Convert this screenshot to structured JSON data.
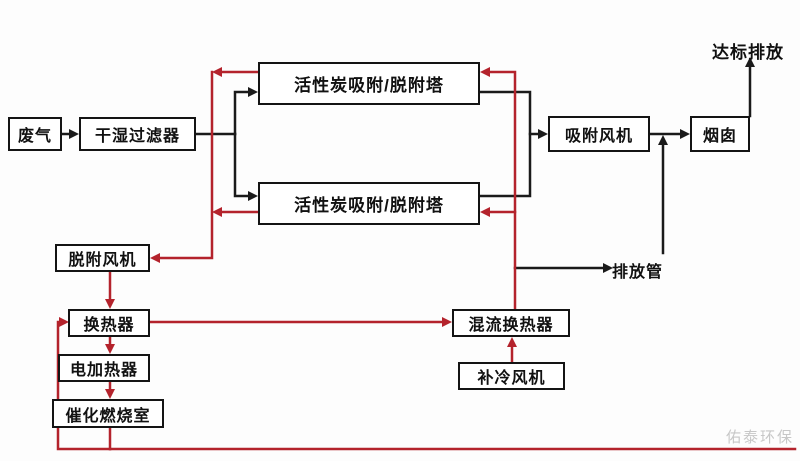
{
  "diagram": {
    "nodes": {
      "waste_gas": "废气",
      "filter": "干湿过滤器",
      "tower_top": "活性炭吸附/脱附塔",
      "tower_bottom": "活性炭吸附/脱附塔",
      "adsorption_fan": "吸附风机",
      "chimney": "烟囱",
      "desorption_fan": "脱附风机",
      "heat_exchanger": "换热器",
      "electric_heater": "电加热器",
      "catalytic_chamber": "催化燃烧室",
      "mixed_flow_exchanger": "混流换热器",
      "cooling_fan": "补冷风机"
    },
    "labels": {
      "compliant_discharge": "达标排放",
      "discharge_pipe": "排放管"
    },
    "watermark": "佑泰环保",
    "colors": {
      "adsorption_line": "#1a1a1a",
      "desorption_line": "#b4232c"
    }
  }
}
